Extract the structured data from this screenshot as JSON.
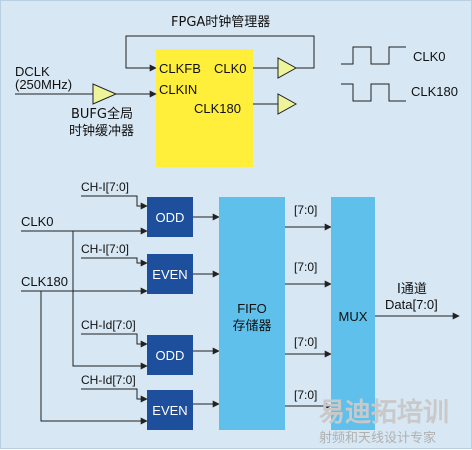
{
  "top": {
    "fpga_title": "FPGA时钟管理器",
    "dclk_line1": "DCLK",
    "dclk_line2": "(250MHz)",
    "bufg_line1": "BUFG全局",
    "bufg_line2": "时钟缓冲器",
    "pin_clkfb": "CLKFB",
    "pin_clk0": "CLK0",
    "pin_clkin": "CLKIN",
    "pin_clk180": "CLK180",
    "out_clk0": "CLK0",
    "out_clk180": "CLK180"
  },
  "bottom": {
    "in_clk0": "CLK0",
    "in_clk180": "CLK180",
    "ch1": "CH-I[7:0]",
    "ch2": "CH-I[7:0]",
    "ch3": "CH-Id[7:0]",
    "ch4": "CH-Id[7:0]",
    "block1": "ODD",
    "block2": "EVEN",
    "block3": "ODD",
    "block4": "EVEN",
    "fifo_line1": "FIFO",
    "fifo_line2": "存储器",
    "mux": "MUX",
    "bus1": "[7:0]",
    "bus2": "[7:0]",
    "bus3": "[7:0]",
    "bus4": "[7:0]",
    "out_line1": "I通道",
    "out_line2": "Data[7:0]"
  },
  "watermark": {
    "big": "易迪拓培训",
    "small": "射频和天线设计专家"
  },
  "colors": {
    "background": "#d7e7f4",
    "dcm_block": "#ffee3a",
    "buffer": "#eef49a",
    "reg_block": "#1d4f9c",
    "fifo_block": "#5fc1eb"
  }
}
